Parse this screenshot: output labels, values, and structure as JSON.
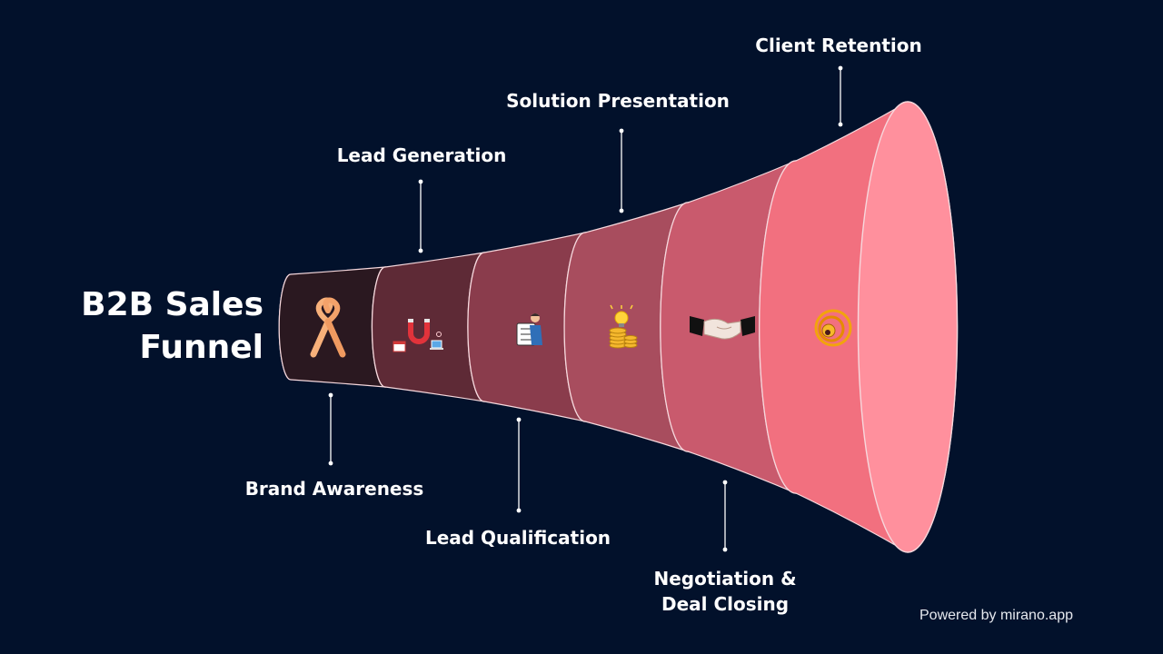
{
  "title": {
    "line1": "B2B Sales",
    "line2": "Funnel"
  },
  "stages": [
    {
      "label": [
        "Brand Awareness"
      ],
      "icon": "awareness-ribbon-icon"
    },
    {
      "label": [
        "Lead Generation"
      ],
      "icon": "lead-magnet-icon"
    },
    {
      "label": [
        "Lead Qualification"
      ],
      "icon": "checklist-person-icon"
    },
    {
      "label": [
        "Solution Presentation"
      ],
      "icon": "lightbulb-coins-icon"
    },
    {
      "label": [
        "Negotiation &",
        "Deal Closing"
      ],
      "icon": "handshake-icon"
    },
    {
      "label": [
        "Client Retention"
      ],
      "icon": "loyalty-ring-icon"
    }
  ],
  "footer": "Powered by mirano.app",
  "colors": {
    "background": "#02112b",
    "stage_fills": [
      "#2a1820",
      "#5e2a36",
      "#8a3c4c",
      "#a84d5e",
      "#c95a6d",
      "#f2707f"
    ],
    "stage_caps": [
      "#7b5d66",
      "#a86874",
      "#b8737f",
      "#cf7e8b",
      "#ff8f9c",
      "#ff909d"
    ]
  }
}
